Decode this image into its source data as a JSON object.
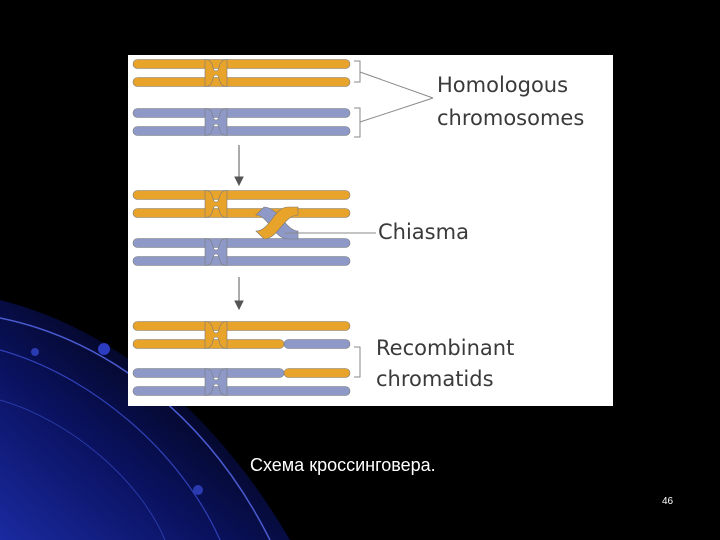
{
  "diagram": {
    "labels": {
      "homologous_line1": "Homologous",
      "homologous_line2": "chromosomes",
      "chiasma": "Chiasma",
      "recombinant_line1": "Recombinant",
      "recombinant_line2": "chromatids"
    },
    "stages": [
      "homologous",
      "chiasma",
      "recombinant"
    ],
    "colors": {
      "maternal": "#E8A32A",
      "paternal": "#8E99C8",
      "outline": "#7a7a7a",
      "text": "#3a3a3a"
    }
  },
  "slide": {
    "caption": "Схема кроссинговера.",
    "number": "46"
  }
}
